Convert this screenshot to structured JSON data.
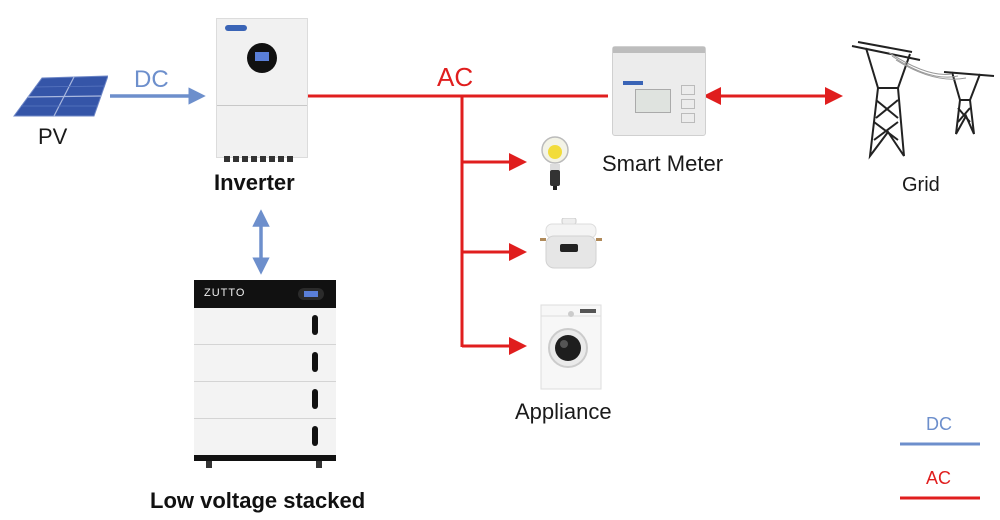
{
  "diagram": {
    "colors": {
      "dc": "#6d8fcc",
      "ac": "#e01e1e"
    },
    "nodes": {
      "pv": {
        "label": "PV"
      },
      "inverter": {
        "label": "Inverter"
      },
      "battery": {
        "label": "Low voltage stacked",
        "brand": "ZUTTO"
      },
      "smart_meter": {
        "label": "Smart Meter"
      },
      "grid": {
        "label": "Grid"
      },
      "appliance": {
        "label": "Appliance"
      }
    },
    "flows": {
      "pv_to_inverter": "DC",
      "inverter_bus": "AC"
    },
    "connections": [
      {
        "from": "PV",
        "to": "Inverter",
        "type": "DC",
        "direction": "one-way"
      },
      {
        "from": "Inverter",
        "to": "Low voltage stacked",
        "type": "DC",
        "direction": "two-way"
      },
      {
        "from": "Inverter",
        "to": "Smart Meter",
        "type": "AC",
        "direction": "line"
      },
      {
        "from": "Smart Meter",
        "to": "Grid",
        "type": "AC",
        "direction": "two-way"
      },
      {
        "from": "AC bus",
        "to": "Light bulb",
        "type": "AC",
        "direction": "one-way"
      },
      {
        "from": "AC bus",
        "to": "Rice cooker",
        "type": "AC",
        "direction": "one-way"
      },
      {
        "from": "AC bus",
        "to": "Washing machine",
        "type": "AC",
        "direction": "one-way"
      }
    ],
    "legend": [
      {
        "label": "DC",
        "color": "#6d8fcc"
      },
      {
        "label": "AC",
        "color": "#e01e1e"
      }
    ]
  }
}
